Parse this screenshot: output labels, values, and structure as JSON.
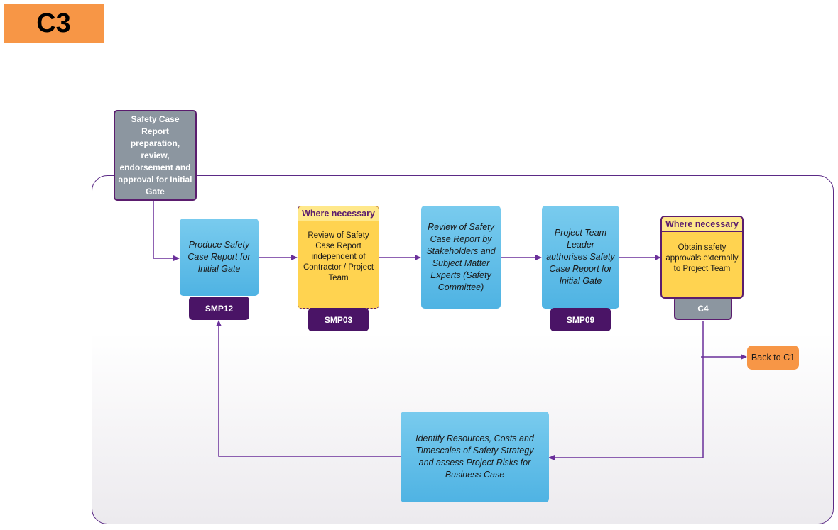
{
  "badge": "C3",
  "start_box": "Safety Case Report preparation, review, endorsement  and approval for Initial Gate",
  "steps": {
    "produce": "Produce Safety Case Report for Initial Gate",
    "review_independent_header": "Where necessary",
    "review_independent": "Review of Safety Case Report independent of Contractor / Project Team",
    "review_stakeholders": "Review of Safety Case Report by Stakeholders and Subject Matter Experts (Safety Committee)",
    "authorise": "Project Team Leader authorises Safety Case Report for Initial Gate",
    "obtain_header": "Where necessary",
    "obtain": "Obtain safety approvals externally to Project Team",
    "identify": "Identify Resources, Costs and Timescales of Safety Strategy and assess Project Risks for Business Case"
  },
  "tags": {
    "smp12": "SMP12",
    "smp03": "SMP03",
    "smp09": "SMP09",
    "c4": "C4"
  },
  "back_link": "Back to C1",
  "colors": {
    "accent_orange": "#f79646",
    "process_blue": "#5bbde8",
    "decision_yellow": "#ffd350",
    "tag_purple": "#4a1466",
    "connector": "#6a2f9a",
    "grey_box": "#8c96a0"
  }
}
